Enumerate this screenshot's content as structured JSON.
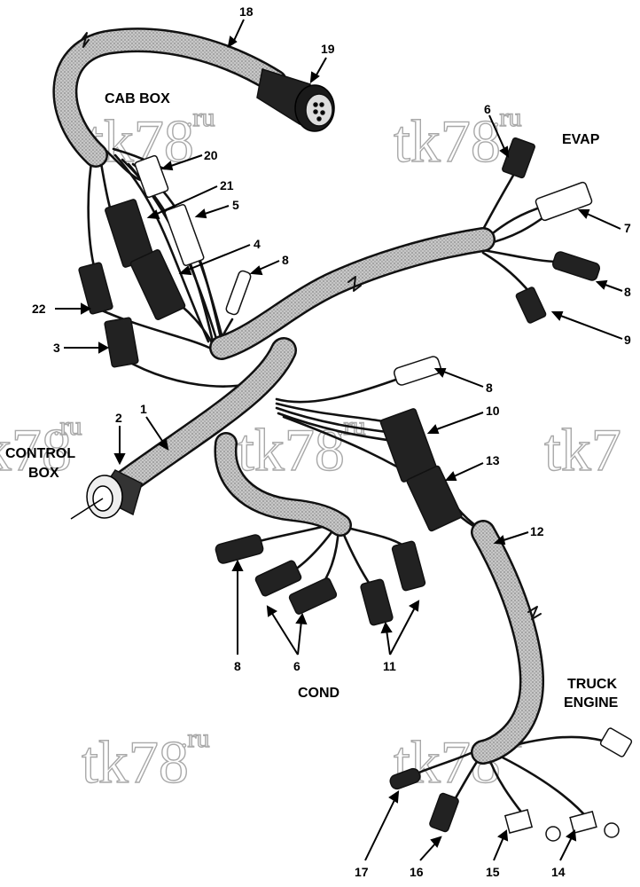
{
  "sections": {
    "cab_box": "CAB BOX",
    "evap": "EVAP",
    "control_box_1": "CONTROL",
    "control_box_2": "BOX",
    "cond": "COND",
    "truck_engine_1": "TRUCK",
    "truck_engine_2": "ENGINE"
  },
  "callouts": {
    "c1": "1",
    "c2": "2",
    "c3": "3",
    "c4": "4",
    "c5": "5",
    "c6_evap": "6",
    "c6_cond": "6",
    "c7": "7",
    "c8_cab": "8",
    "c8_evap": "8",
    "c8_mid": "8",
    "c8_cond": "8",
    "c9": "9",
    "c10": "10",
    "c11": "11",
    "c12": "12",
    "c13": "13",
    "c14": "14",
    "c15": "15",
    "c16": "16",
    "c17": "17",
    "c18": "18",
    "c19": "19",
    "c20": "20",
    "c21": "21",
    "c22": "22"
  },
  "watermark": {
    "main": "tk78",
    "suffix": ".ru",
    "partial": "tk7"
  }
}
